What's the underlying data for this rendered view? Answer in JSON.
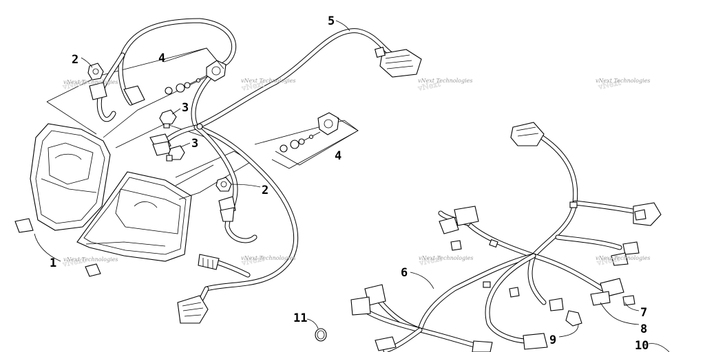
{
  "callouts": {
    "c1": "1",
    "c2a": "2",
    "c2b": "2",
    "c3a": "3",
    "c3b": "3",
    "c4a": "4",
    "c4b": "4",
    "c5": "5",
    "c6": "6",
    "c7": "7",
    "c8": "8",
    "c9": "9",
    "c10": "10",
    "c11": "11"
  },
  "watermark": {
    "text": "vNext Technologies"
  }
}
